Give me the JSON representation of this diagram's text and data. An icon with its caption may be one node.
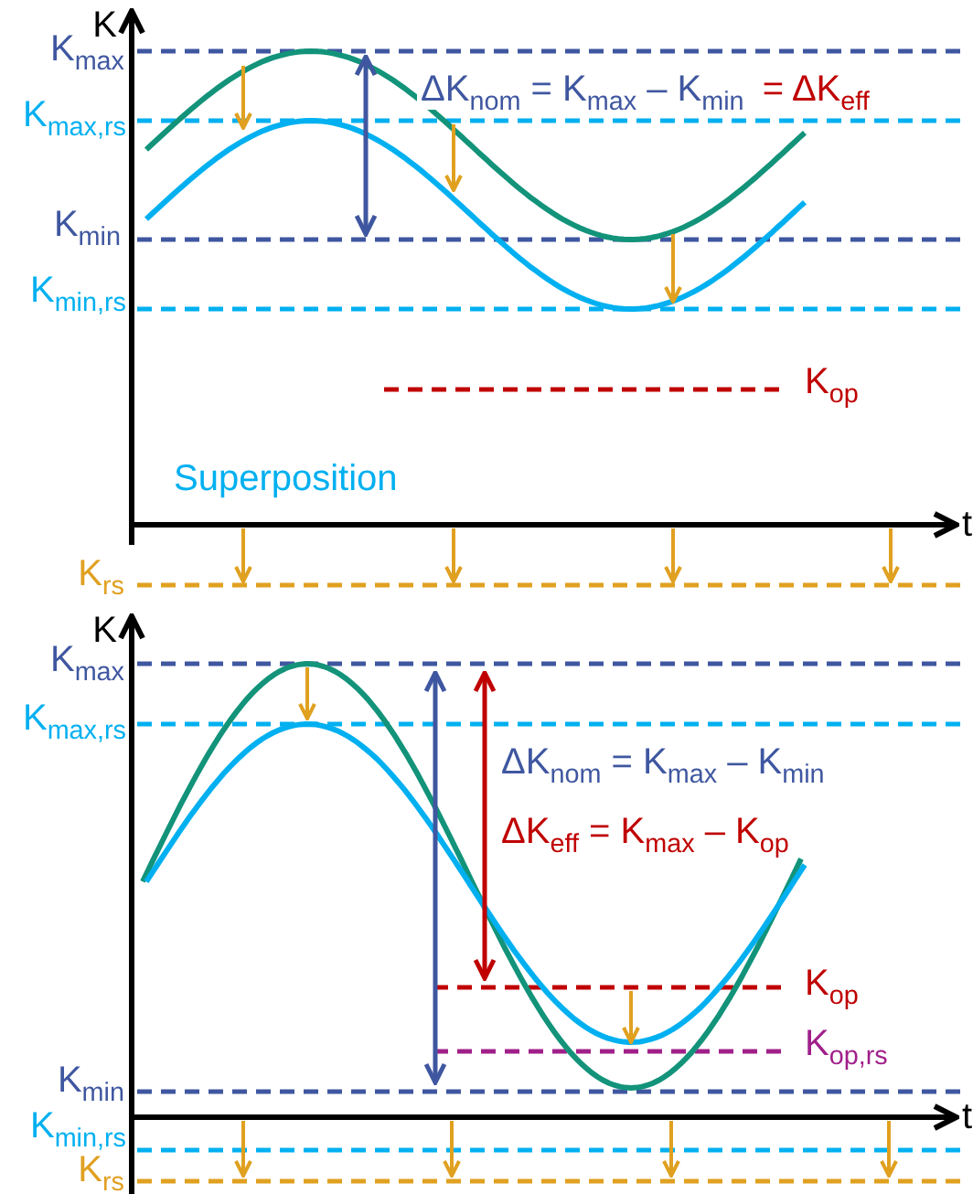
{
  "diagram": {
    "labels": [
      "K",
      "K$_{max}$",
      "K$_{max,rs}$",
      "ΔK$_{nom}$ = K$_{max}$ – K$_{min}$",
      "= ΔK$_{eff}$",
      "K$_{min}$",
      "K$_{min,rs}$",
      "K$_{op}$",
      "Superposition",
      "t",
      "K$_{rs}$",
      "K",
      "K$_{max}$",
      "K$_{max,rs}$",
      "ΔK$_{nom}$ = K$_{max}$ – K$_{min}$",
      "ΔK$_{eff}$ = K$_{max}$ – K$_{op}$",
      "K$_{op}$",
      "K$_{op,rs}$",
      "K$_{min}$",
      "t",
      "K$_{min,rs}$",
      "K$_{rs}$"
    ]
  }
}
